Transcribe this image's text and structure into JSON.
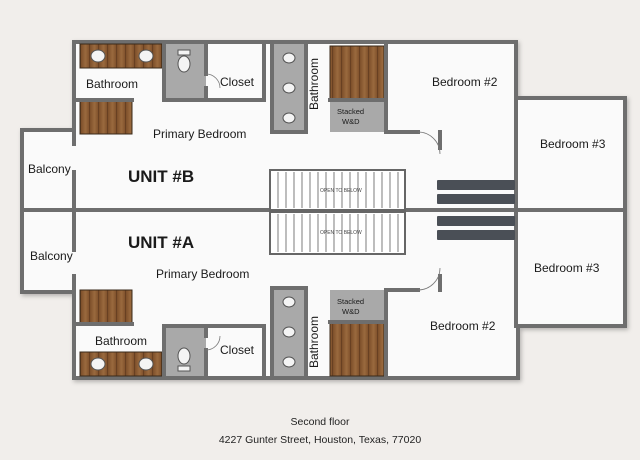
{
  "units": {
    "b": {
      "title": "UNIT #B",
      "primary_bedroom": "Primary Bedroom",
      "bathroom": "Bathroom",
      "closet": "Closet",
      "bathroom2": "Bathroom",
      "bedroom2": "Bedroom #2",
      "bedroom3": "Bedroom #3",
      "balcony": "Balcony",
      "wd_line1": "Stacked",
      "wd_line2": "W&D"
    },
    "a": {
      "title": "UNIT #A",
      "primary_bedroom": "Primary Bedroom",
      "bathroom": "Bathroom",
      "closet": "Closet",
      "bathroom2": "Bathroom",
      "bedroom2": "Bedroom #2",
      "bedroom3": "Bedroom #3",
      "balcony": "Balcony",
      "wd_line1": "Stacked",
      "wd_line2": "W&D"
    }
  },
  "stairs": {
    "label": "OPEN TO BELOW"
  },
  "caption": {
    "floor": "Second floor",
    "address": "4227 Gunter Street, Houston, Texas, 77020"
  },
  "colors": {
    "wall": "#6e6e6e",
    "floor_white": "#fafafa",
    "wood": "#8a5a32",
    "tile": "#a9a9a9"
  }
}
